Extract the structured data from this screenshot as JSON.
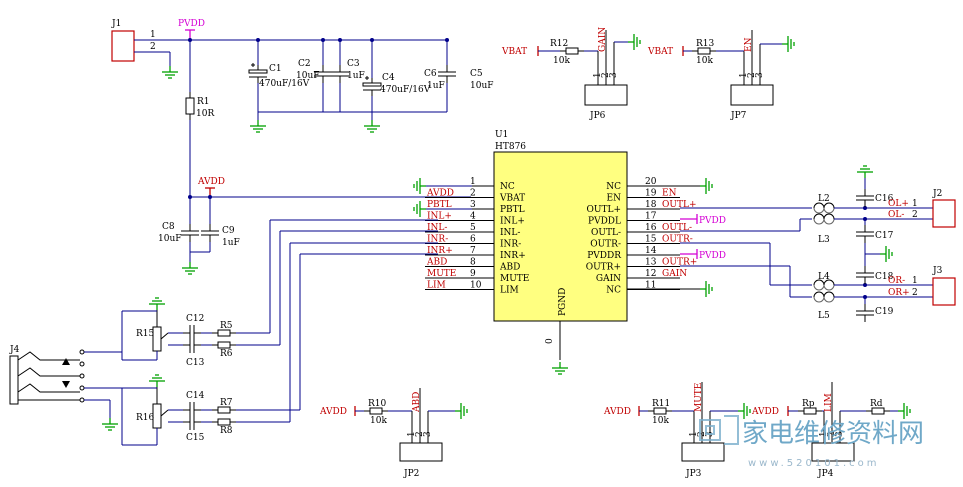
{
  "ic": {
    "ref": "U1",
    "part": "HT876",
    "pgnd_label": "PGND",
    "pgnd_net": "0",
    "left_pins": [
      {
        "num": "1",
        "name": "NC",
        "net": ""
      },
      {
        "num": "2",
        "name": "VBAT",
        "net": "AVDD"
      },
      {
        "num": "3",
        "name": "PBTL",
        "net": "PBTL"
      },
      {
        "num": "4",
        "name": "INL+",
        "net": "INL+"
      },
      {
        "num": "5",
        "name": "INL-",
        "net": "INL-"
      },
      {
        "num": "6",
        "name": "INR-",
        "net": "INR-"
      },
      {
        "num": "7",
        "name": "INR+",
        "net": "INR+"
      },
      {
        "num": "8",
        "name": "ABD",
        "net": "ABD"
      },
      {
        "num": "9",
        "name": "MUTE",
        "net": "MUTE"
      },
      {
        "num": "10",
        "name": "LIM",
        "net": "LIM"
      }
    ],
    "right_pins": [
      {
        "num": "20",
        "name": "NC",
        "net": ""
      },
      {
        "num": "19",
        "name": "EN",
        "net": "EN"
      },
      {
        "num": "18",
        "name": "OUTL+",
        "net": "OUTL+"
      },
      {
        "num": "17",
        "name": "PVDDL",
        "net": ""
      },
      {
        "num": "16",
        "name": "OUTL-",
        "net": "OUTL-"
      },
      {
        "num": "15",
        "name": "OUTR-",
        "net": "OUTR-"
      },
      {
        "num": "14",
        "name": "PVDDR",
        "net": ""
      },
      {
        "num": "13",
        "name": "OUTR+",
        "net": "OUTR+"
      },
      {
        "num": "12",
        "name": "GAIN",
        "net": "GAIN"
      },
      {
        "num": "11",
        "name": "NC",
        "net": ""
      }
    ]
  },
  "power": {
    "pvdd": "PVDD",
    "avdd": "AVDD",
    "vbat": "VBAT"
  },
  "j1": {
    "ref": "J1",
    "pin1": "1",
    "pin2": "2"
  },
  "r1": {
    "ref": "R1",
    "value": "10R"
  },
  "caps_top": {
    "c1": {
      "ref": "C1",
      "value": "470uF/16V"
    },
    "c2": {
      "ref": "C2",
      "value": "10uF"
    },
    "c3": {
      "ref": "C3",
      "value": "1uF"
    },
    "c4": {
      "ref": "C4",
      "value": "470uF/16V"
    },
    "c6": {
      "ref": "C6",
      "value": "1uF"
    },
    "c5": {
      "ref": "C5",
      "value": "10uF"
    }
  },
  "c8": {
    "ref": "C8",
    "value": "10uF"
  },
  "c9": {
    "ref": "C9",
    "value": "1uF"
  },
  "jp6": {
    "ref": "JP6",
    "res": "R12",
    "res_value": "10k",
    "net": "GAIN"
  },
  "jp7": {
    "ref": "JP7",
    "res": "R13",
    "res_value": "10k",
    "net": "EN"
  },
  "jp2": {
    "ref": "JP2",
    "res": "R10",
    "res_value": "10k",
    "net": "ABD"
  },
  "jp3": {
    "ref": "JP3",
    "res": "R11",
    "res_value": "10k",
    "net": "MUTE"
  },
  "jp4": {
    "ref": "JP4",
    "res_a": "Rp",
    "res_b": "Rd",
    "net": "LIM"
  },
  "jack": {
    "ref": "J4"
  },
  "inputs": {
    "r15": "R15",
    "r16": "R16",
    "c12": "C12",
    "c13": "C13",
    "c14": "C14",
    "c15": "C15",
    "r5": "R5",
    "r6": "R6",
    "r7": "R7",
    "r8": "R8"
  },
  "outputs": {
    "l2": "L2",
    "l3": "L3",
    "l4": "L4",
    "l5": "L5",
    "c16": "C16",
    "c17": "C17",
    "c18": "C18",
    "c19": "C19",
    "j2": "J2",
    "j3": "J3",
    "ol_plus": "OL+",
    "ol_minus": "OL-",
    "or_minus": "OR-",
    "or_plus": "OR+",
    "p1": "1",
    "p2": "2"
  },
  "pin_nums": {
    "one": "1",
    "two": "2",
    "three": "3"
  },
  "watermark": {
    "text": "家电维修资料网",
    "url": "www.520101.com"
  }
}
